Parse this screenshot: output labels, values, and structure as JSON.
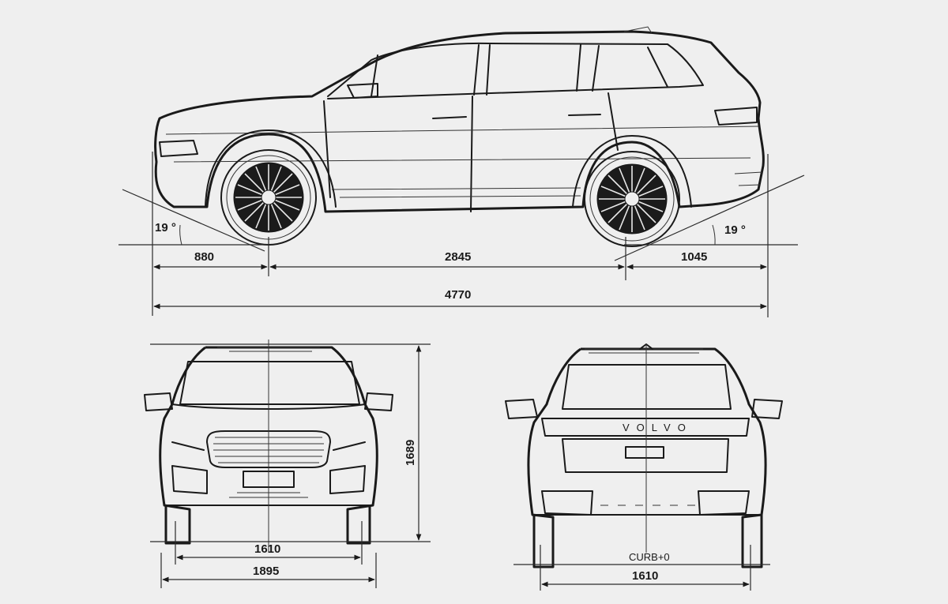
{
  "side_view": {
    "approach_angle": "19 °",
    "departure_angle": "19 °",
    "front_overhang": "880",
    "wheelbase": "2845",
    "rear_overhang": "1045",
    "overall_length": "4770"
  },
  "front_view": {
    "height": "1689",
    "front_track": "1610",
    "overall_width": "1895"
  },
  "rear_view": {
    "badge": "VOLVO",
    "ground_note": "CURB+0",
    "rear_track": "1610"
  }
}
